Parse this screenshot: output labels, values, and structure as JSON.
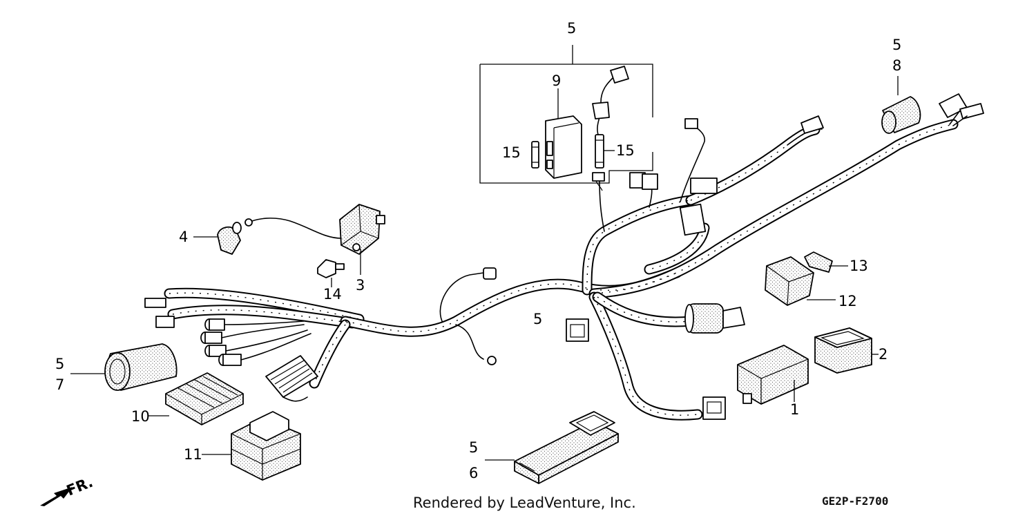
{
  "diagram": {
    "callouts": {
      "top_box_5": "5",
      "fuse_box_9": "9",
      "fuse_left_15": "15",
      "fuse_right_15": "15",
      "right_cap_5": "5",
      "right_cap_8": "8",
      "cap_left_4": "4",
      "coil_3": "3",
      "bolt_14": "14",
      "harness_5": "5",
      "relay_13": "13",
      "relay_12": "12",
      "boot_2": "2",
      "boot_left_5": "5",
      "boot_left_7": "7",
      "block_10": "10",
      "block_11": "11",
      "tube_5": "5",
      "tube_6": "6",
      "unit_1": "1"
    },
    "front_arrow_label": "FR.",
    "credit": "Rendered by LeadVenture, Inc.",
    "drawing_code": "GE2P-F2700"
  }
}
